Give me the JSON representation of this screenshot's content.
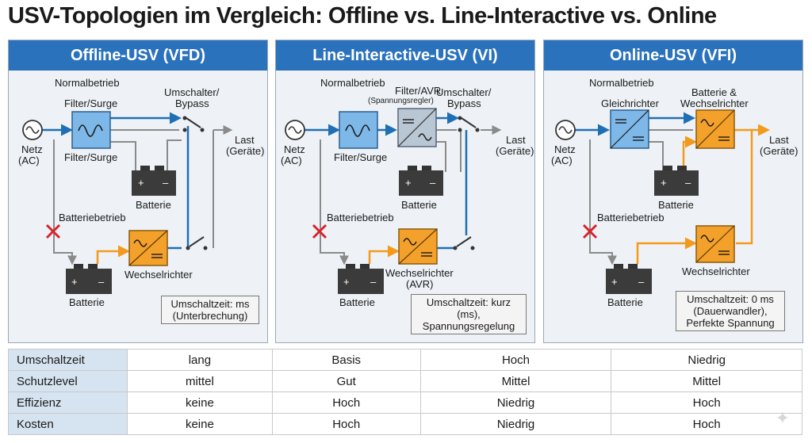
{
  "title": "USV-Topologien im Vergleich: Offline vs. Line-Interactive vs. Online",
  "colors": {
    "header": "#2b72bd",
    "filter": "#7db8e8",
    "inverter": "#f4a12b",
    "normal_path": "#1f6fb5",
    "battery_path": "#f39a1c",
    "fault_cross": "#d9232d"
  },
  "panels": [
    {
      "title": "Offline-USV (VFD)",
      "labels": {
        "normalbetrieb": "Normalbetrieb",
        "filter_top": "Filter/Surge",
        "switch": [
          "Umschalter/",
          "Bypass"
        ],
        "netz": [
          "Netz",
          "(AC)"
        ],
        "filter_bottom": "Filter/Surge",
        "last": [
          "Last",
          "(Geräte)"
        ],
        "batterie_top": "Batterie",
        "batteriebetrieb": "Batteriebetrieb",
        "batterie_bottom": "Batterie",
        "inverter": [
          "Wechselrichter"
        ]
      },
      "note": [
        "Umschaltzeit: ms",
        "(Unterbrechung)"
      ]
    },
    {
      "title": "Line-Interactive-USV (VI)",
      "labels": {
        "normalbetrieb": "Normalbetrieb",
        "avr": [
          "Filter/AVR",
          "(Spannungsregler)"
        ],
        "switch": [
          "Umschalter/",
          "Bypass"
        ],
        "netz": [
          "Netz",
          "(AC)"
        ],
        "filter_bottom": "Filter/Surge",
        "last": [
          "Last",
          "(Geräte)"
        ],
        "batterie_top": "Batterie",
        "batteriebetrieb": "Batteriebetrieb",
        "batterie_bottom": "Batterie",
        "inverter": [
          "Wechselrichter",
          "(AVR)"
        ]
      },
      "note": [
        "Umschaltzeit: kurz",
        "(ms),",
        "Spannungsregelung"
      ]
    },
    {
      "title": "Online-USV (VFI)",
      "labels": {
        "normalbetrieb": "Normalbetrieb",
        "rectifier": "Gleichrichter",
        "inverter_top": [
          "Batterie &",
          "Wechselrichter"
        ],
        "netz": [
          "Netz",
          "(AC)"
        ],
        "last": [
          "Last",
          "(Geräte)"
        ],
        "batterie_top": "Batterie",
        "batteriebetrieb": "Batteriebetrieb",
        "batterie_bottom": "Batterie",
        "inverter": [
          "Wechselrichter"
        ]
      },
      "note": [
        "Umschaltzeit: 0 ms",
        "(Dauerwandler),",
        "Perfekte Spannung"
      ]
    }
  ],
  "table": {
    "rows": [
      {
        "label": "Umschaltzeit",
        "values": [
          "lang",
          "Basis",
          "Hoch",
          "Niedrig"
        ]
      },
      {
        "label": "Schutzlevel",
        "values": [
          "mittel",
          "Gut",
          "Mittel",
          "Mittel"
        ]
      },
      {
        "label": "Effizienz",
        "values": [
          "keine",
          "Hoch",
          "Niedrig",
          "Hoch"
        ]
      },
      {
        "label": "Kosten",
        "values": [
          "keine",
          "Hoch",
          "Niedrig",
          "Hoch"
        ]
      }
    ]
  }
}
